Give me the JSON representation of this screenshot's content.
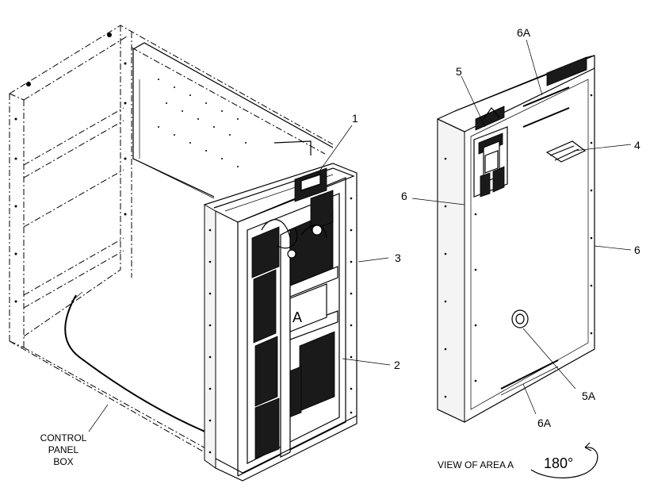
{
  "callouts": {
    "c1": "1",
    "c2": "2",
    "c3": "3",
    "c4": "4",
    "c5": "5",
    "c5a": "5A",
    "c6_left": "6",
    "c6_right": "6",
    "c6a_top": "6A",
    "c6a_bottom": "6A",
    "area_marker": "A"
  },
  "labels": {
    "control_panel_box_line1": "CONTROL",
    "control_panel_box_line2": "PANEL",
    "control_panel_box_line3": "BOX",
    "view_of_area": "VIEW OF AREA A",
    "rotation": "180°"
  }
}
